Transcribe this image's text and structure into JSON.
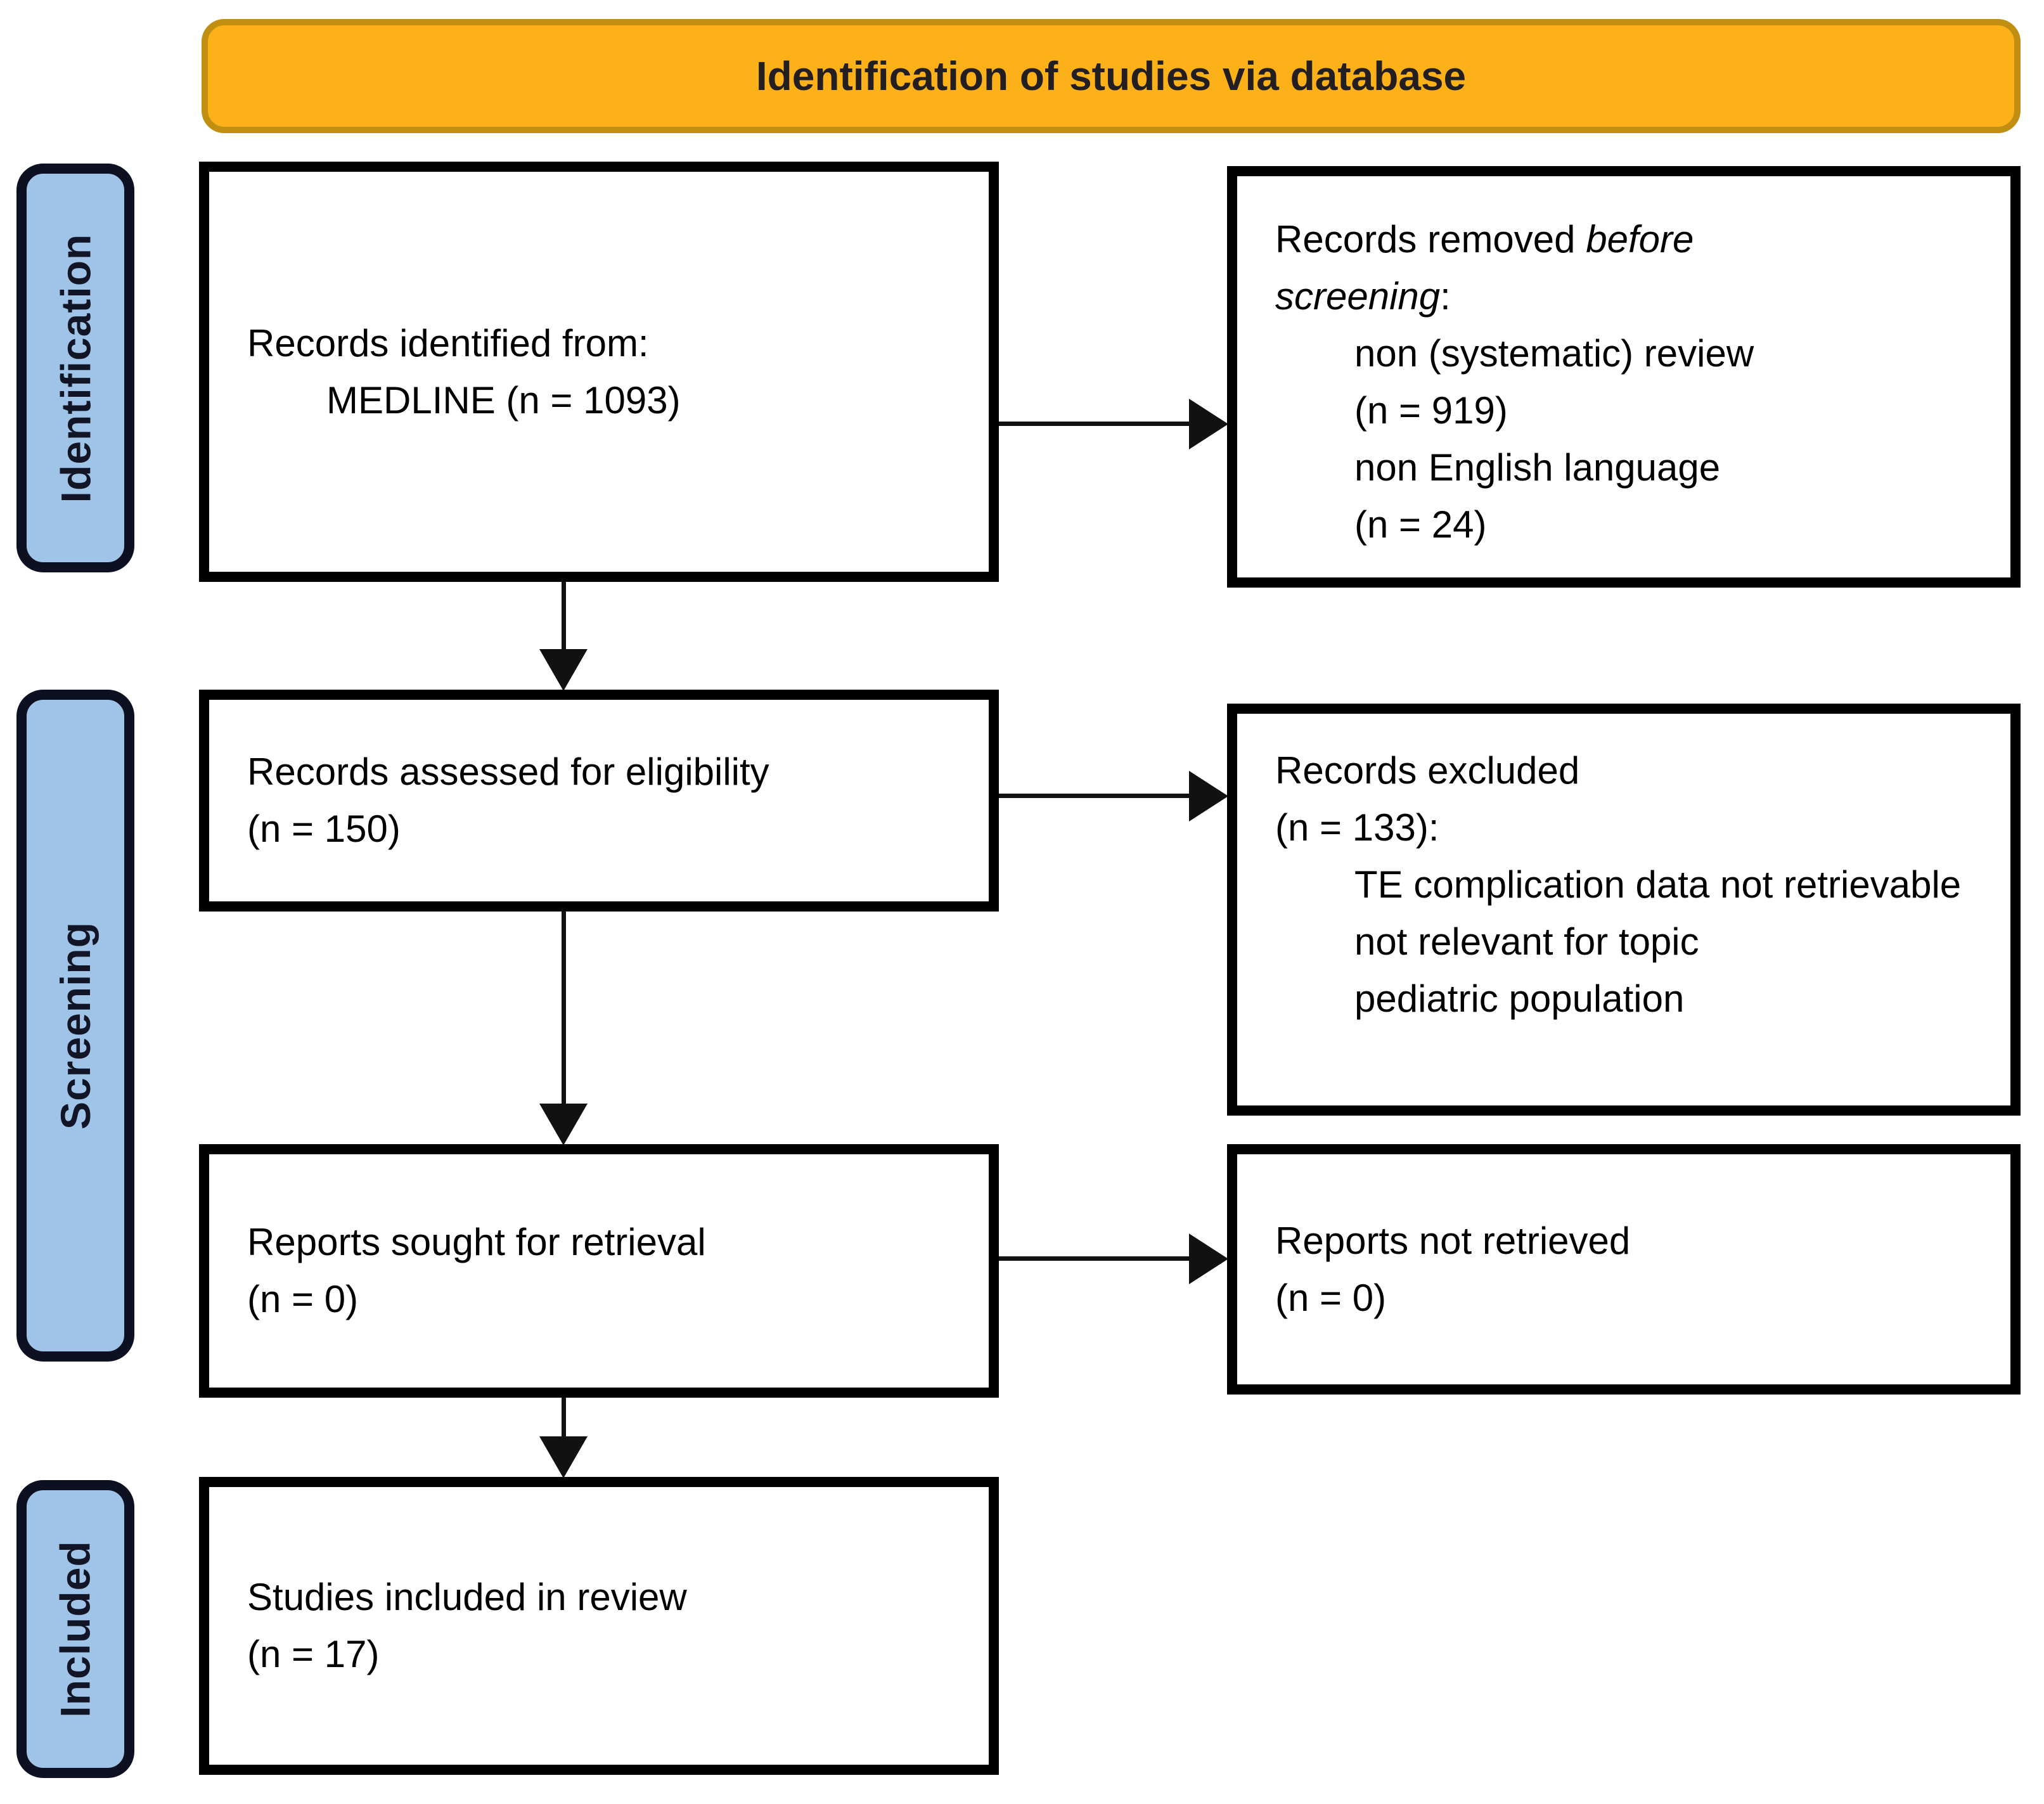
{
  "header": {
    "title": "Identification of studies via database"
  },
  "stages": [
    {
      "label": "Identification"
    },
    {
      "label": "Screening"
    },
    {
      "label": "Included"
    }
  ],
  "boxes": {
    "identified": {
      "line1": "Records identified from:",
      "line2": "MEDLINE (n = 1093)"
    },
    "removed": {
      "line1_normal": "Records removed ",
      "line1_italic": "before",
      "line2_italic": "screening",
      "line2_normal": ":",
      "reasons": [
        "non (systematic) review",
        "(n = 919)",
        "non English language",
        "(n = 24)"
      ]
    },
    "assessed": {
      "line1": "Records assessed for eligibility",
      "line2": "(n = 150)"
    },
    "excluded": {
      "line1": "Records excluded",
      "line2": "(n = 133):",
      "reasons": [
        "TE complication data not retrievable",
        "not relevant for topic",
        "pediatric population"
      ]
    },
    "sought": {
      "line1": "Reports sought for retrieval",
      "line2": "(n = 0)"
    },
    "not_retrieved": {
      "line1": "Reports not retrieved",
      "line2": "(n = 0)"
    },
    "included_studies": {
      "line1": "Studies included in review",
      "line2": "(n = 17)"
    }
  },
  "colors": {
    "background": "#FFFFFF",
    "header_fill": "#FBB117",
    "header_border": "#C08E10",
    "header_text": "#231F20",
    "stage_fill": "#A0C4E8",
    "stage_border": "#0D1020",
    "stage_text": "#121525",
    "box_fill": "#FFFFFF",
    "box_border": "#000000",
    "box_text": "#000000",
    "arrow": "#111111"
  }
}
